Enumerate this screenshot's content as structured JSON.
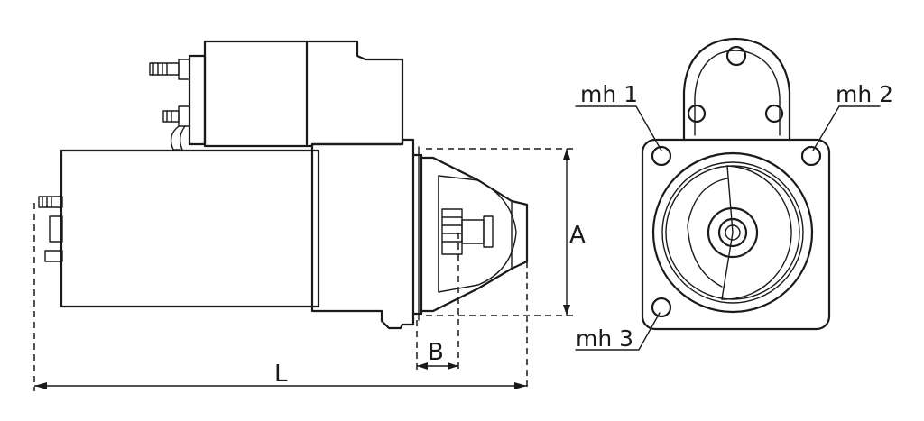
{
  "dimensions": {
    "A": "A",
    "B": "B",
    "L": "L"
  },
  "mounting_holes": {
    "mh1": "mh 1",
    "mh2": "mh 2",
    "mh3": "mh 3"
  }
}
